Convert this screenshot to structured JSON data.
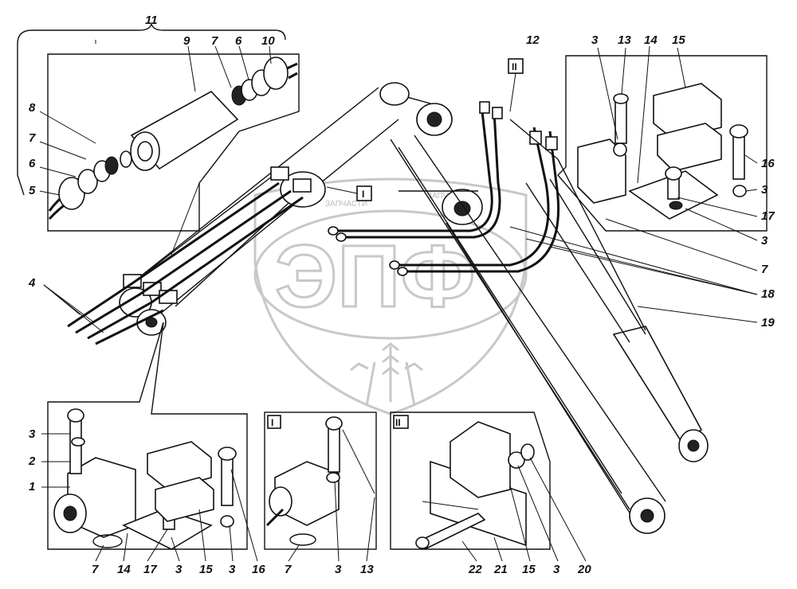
{
  "watermark": {
    "logo_text": "ЭПФ",
    "small_text_left": "ЗАПЧАСТИ",
    "small_text_right": "ЗАПЧАСТИ"
  },
  "views": {
    "view1": "I",
    "view2": "II"
  },
  "labels": {
    "l11": "11",
    "l9": "9",
    "l7a": "7",
    "l6a": "6",
    "l10": "10",
    "l8": "8",
    "l7b": "7",
    "l6b": "6",
    "l5": "5",
    "l4": "4",
    "l12": "12",
    "l3a": "3",
    "l13a": "13",
    "l14a": "14",
    "l15a": "15",
    "l16a": "16",
    "l3b": "3",
    "l17a": "17",
    "l3c": "3",
    "l7c": "7",
    "l18": "18",
    "l19": "19",
    "l3d": "3",
    "l2": "2",
    "l1": "1",
    "l7d": "7",
    "l14b": "14",
    "l17b": "17",
    "l3e": "3",
    "l15b": "15",
    "l3f": "3",
    "l16b": "16",
    "l7e": "7",
    "l3g": "3",
    "l13b": "13",
    "l22": "22",
    "l21": "21",
    "l15c": "15",
    "l3h": "3",
    "l20": "20"
  }
}
